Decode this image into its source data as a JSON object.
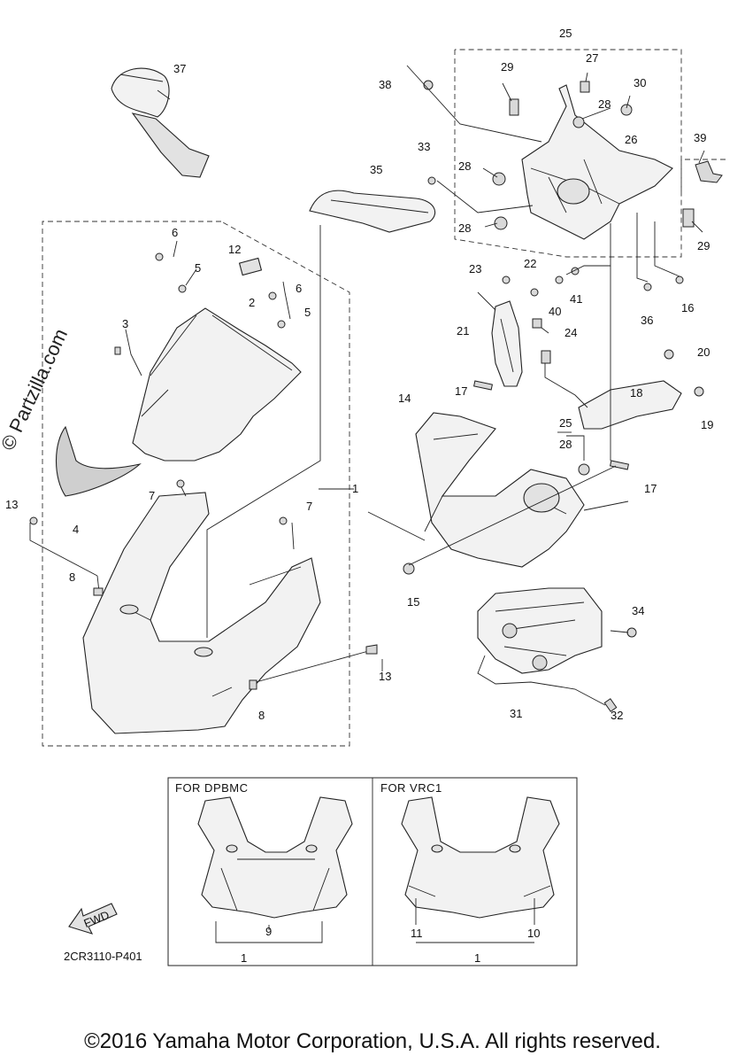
{
  "watermark": "© Partzilla.com",
  "diagram_code": "2CR3110-P401",
  "copyright": "©2016 Yamaha Motor Corporation, U.S.A. All rights reserved.",
  "fwd_label": "FWD",
  "variants": [
    {
      "label": "FOR  DPBMC",
      "refs": [
        "9",
        "1"
      ]
    },
    {
      "label": "FOR  VRC1",
      "refs": [
        "11",
        "10",
        "1"
      ]
    }
  ],
  "callouts": {
    "c1": "1",
    "c2": "2",
    "c3": "3",
    "c4": "4",
    "c5a": "5",
    "c5b": "5",
    "c6a": "6",
    "c6b": "6",
    "c7a": "7",
    "c7b": "7",
    "c8a": "8",
    "c8b": "8",
    "c12": "12",
    "c13a": "13",
    "c13b": "13",
    "c14": "14",
    "c15": "15",
    "c16": "16",
    "c17a": "17",
    "c17b": "17",
    "c18": "18",
    "c19": "19",
    "c20": "20",
    "c21": "21",
    "c22": "22",
    "c23": "23",
    "c24": "24",
    "c25a": "25",
    "c25b": "25",
    "c26": "26",
    "c27": "27",
    "c28a": "28",
    "c28b": "28",
    "c28c": "28",
    "c28d": "28",
    "c29a": "29",
    "c29b": "29",
    "c30": "30",
    "c31": "31",
    "c32": "32",
    "c33": "33",
    "c34": "34",
    "c35": "35",
    "c36": "36",
    "c37": "37",
    "c38": "38",
    "c39": "39",
    "c40": "40",
    "c41": "41"
  }
}
